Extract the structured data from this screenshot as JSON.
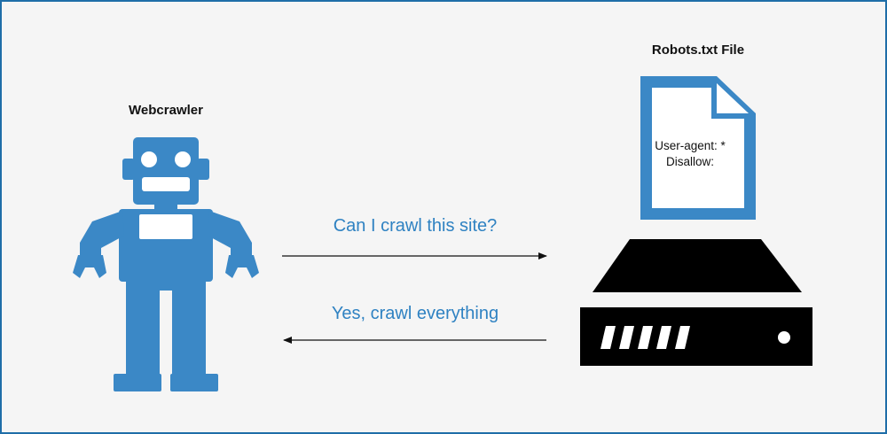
{
  "crawler": {
    "title": "Webcrawler",
    "icon": "robot-icon",
    "color": "#3b88c6"
  },
  "robots_file": {
    "title": "Robots.txt File",
    "icon": "document-icon",
    "lines": [
      "User-agent: *",
      "Disallow:"
    ],
    "color": "#3b88c6"
  },
  "server": {
    "icon": "server-icon",
    "color": "#000000"
  },
  "messages": {
    "request": "Can I crawl this site?",
    "response": "Yes, crawl everything",
    "color": "#2f82c2"
  },
  "frame": {
    "border_color": "#1f6ea8",
    "background": "#f5f5f5"
  }
}
